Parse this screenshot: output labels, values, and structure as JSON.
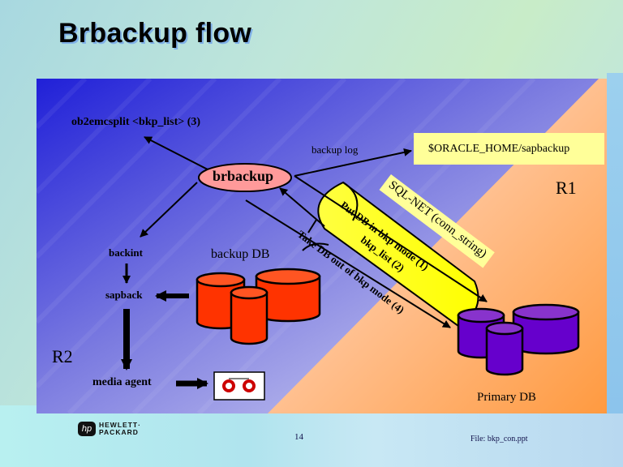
{
  "slide": {
    "title": "Brbackup flow",
    "page_number": "14",
    "file_label": "File: bkp_con.ppt",
    "logo": {
      "line1": "HEWLETT·",
      "line2": "PACKARD",
      "badge": "hp"
    }
  },
  "diagram": {
    "regions": {
      "r1": "R1",
      "r2": "R2"
    },
    "nodes": {
      "brbackup": "brbackup",
      "ob2emcsplit": "ob2emcsplit <bkp_list> (3)",
      "backup_log": "backup log",
      "oracle_home": "$ORACLE_HOME/sapbackup",
      "backint": "backint",
      "sapback": "sapback",
      "media_agent": "media agent",
      "backup_db": "backup DB",
      "primary_db": "Primary DB"
    },
    "sqlnet": {
      "label": "SQL-NET (conn_string)",
      "steps": [
        "Put DB in bkp mode (1)",
        "bkp_list (2)",
        "Take DB out of bkp mode (4)"
      ]
    },
    "colors": {
      "blue_region": "#2a2ad8",
      "orange_region": "#ffa040",
      "brbackup_fill": "#ff9a9a",
      "note_fill": "#ffff99",
      "pipe_fill": "#ffff00",
      "backup_db_fill": "#ff3300",
      "primary_db_fill": "#6600cc",
      "tape_reel": "#cc0000"
    }
  }
}
